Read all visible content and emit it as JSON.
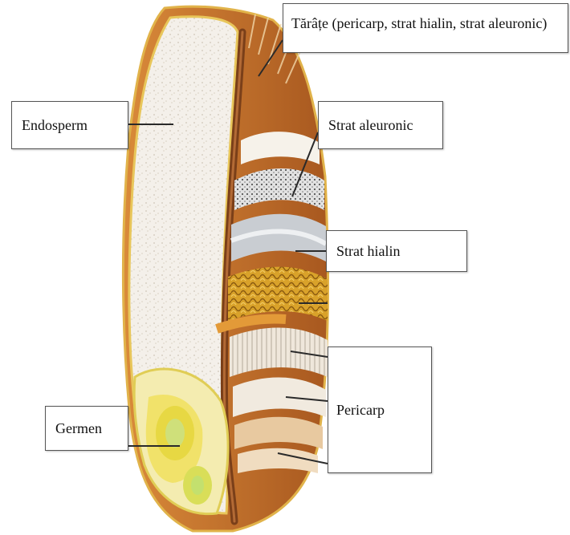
{
  "labels": {
    "tarate": "Tărâțe (pericarp, strat hialin, strat aleuronic)",
    "endosperm": "Endosperm",
    "strat_aleuronic": "Strat aleuronic",
    "strat_hialin": "Strat hialin",
    "pericarp": "Pericarp",
    "germen": "Germen"
  },
  "colors": {
    "endosperm": "#f4f0ea",
    "bran": "#c7752c",
    "crease": "#7a3f19",
    "germ": "#f3ea86",
    "aleurone": "#d8d8d8",
    "hyaline": "#c9cdd2",
    "pericarp_mesh": "#d9a22a"
  }
}
